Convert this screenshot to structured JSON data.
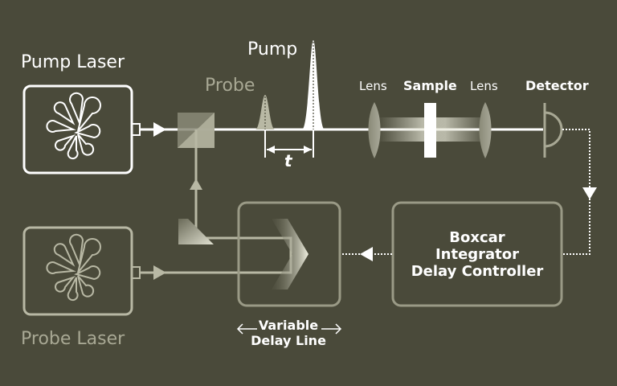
{
  "labels": {
    "pump_laser": "Pump Laser",
    "probe_laser": "Probe Laser",
    "probe_pulse": "Probe",
    "pump_pulse": "Pump",
    "delay_symbol": "t",
    "lens_left": "Lens",
    "sample": "Sample",
    "lens_right": "Lens",
    "detector": "Detector",
    "boxcar_line1": "Boxcar",
    "boxcar_line2": "Integrator",
    "boxcar_line3": "Delay Controller",
    "delay_line1": "Variable",
    "delay_line2": "Delay Line"
  },
  "colors": {
    "background": "#4a4a3a",
    "bright": "#ffffff",
    "muted": "#b8b8a4",
    "dim": "#9a9a86"
  }
}
